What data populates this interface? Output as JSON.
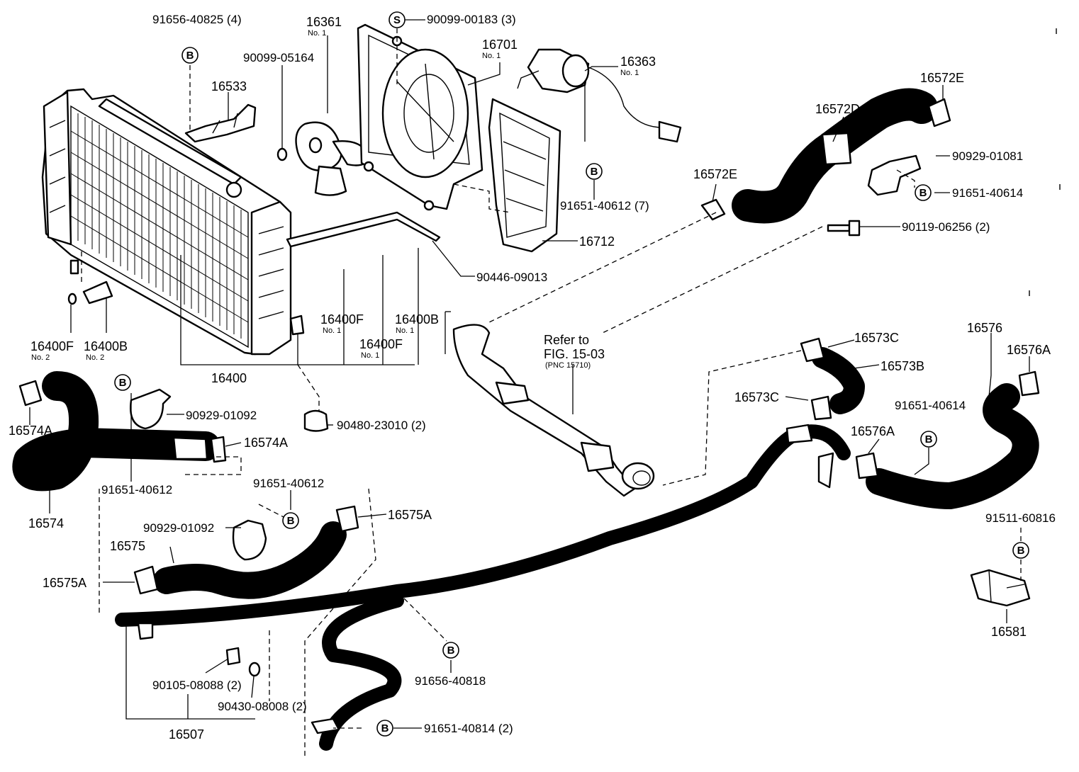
{
  "labels": {
    "p91656_40825": "91656-40825 (4)",
    "p16533": "16533",
    "p16361": "16361",
    "p16361_no": "No. 1",
    "p90099_05164": "90099-05164",
    "p90099_00183": "90099-00183 (3)",
    "p16701": "16701",
    "p16701_no": "No. 1",
    "p16363": "16363",
    "p16363_no": "No. 1",
    "p91651_40612_7": "91651-40612 (7)",
    "p16712": "16712",
    "p90446_09013": "90446-09013",
    "p16572E_top": "16572E",
    "p16572D": "16572D",
    "p16572E_left": "16572E",
    "p90929_01081": "90929-01081",
    "p91651_40614_top": "91651-40614",
    "p90119_06256": "90119-06256 (2)",
    "p16400F_no2": "16400F",
    "p16400F_no2_sub": "No. 2",
    "p16400B_no2": "16400B",
    "p16400B_no2_sub": "No. 2",
    "p16400F_no1a": "16400F",
    "p16400F_no1a_sub": "No. 1",
    "p16400F_no1b": "16400F",
    "p16400F_no1b_sub": "No. 1",
    "p16400B_no1": "16400B",
    "p16400B_no1_sub": "No. 1",
    "p16400": "16400",
    "refer_to": "Refer to",
    "fig": "FIG. 15-03",
    "pnc": "(PNC 15710)",
    "p16573C_top": "16573C",
    "p16573B": "16573B",
    "p16573C_mid": "16573C",
    "p16576": "16576",
    "p16576A_right": "16576A",
    "p91651_40614_mid": "91651-40614",
    "p16576A_mid": "16576A",
    "p16574A_left": "16574A",
    "p90929_01092_top": "90929-01092",
    "p90480_23010": "90480-23010 (2)",
    "p16574A_right": "16574A",
    "p91651_40612_a": "91651-40612",
    "p16574": "16574",
    "p91651_40612_b": "91651-40612",
    "p90929_01092_mid": "90929-01092",
    "p16575A_right": "16575A",
    "p16575": "16575",
    "p16575A_left": "16575A",
    "p91511_60816": "91511-60816",
    "p16581": "16581",
    "p90105_08088": "90105-08088 (2)",
    "p90430_08008": "90430-08008 (2)",
    "p16507": "16507",
    "p91656_40818": "91656-40818",
    "p91651_40814": "91651-40814 (2)"
  },
  "symbols": {
    "bolt_mark": "B",
    "screw_mark": "S"
  }
}
